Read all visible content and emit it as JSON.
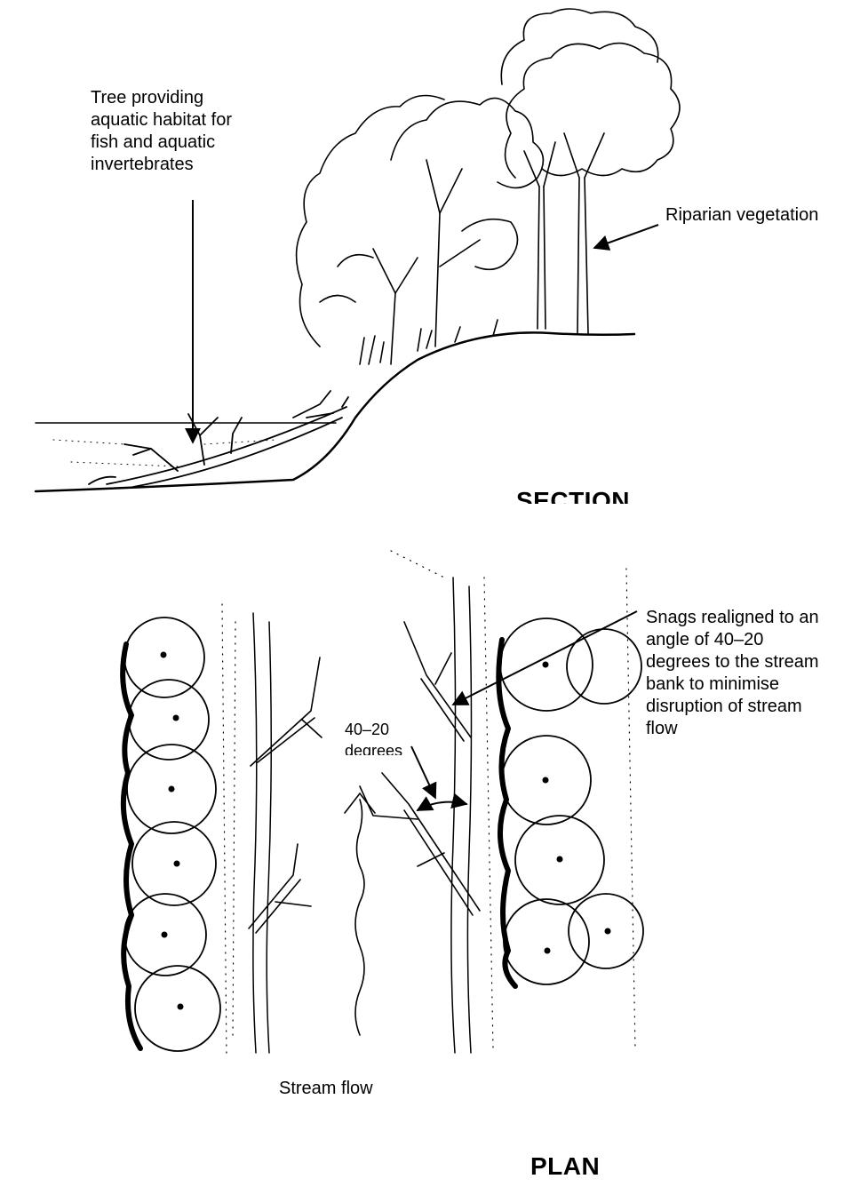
{
  "section": {
    "title": "SECTION",
    "tree_label": [
      "Tree providing",
      "aquatic habitat for",
      "fish and aquatic",
      "invertebrates"
    ],
    "riparian_label": "Riparian vegetation"
  },
  "plan": {
    "title": "PLAN",
    "snags_label": [
      "Snags realigned to an",
      "angle of 40–20",
      "degrees to the stream",
      "bank to minimise",
      "disruption of stream",
      "flow"
    ],
    "angle_label": [
      "40–20",
      "degrees"
    ],
    "flow_label": "Stream flow"
  }
}
